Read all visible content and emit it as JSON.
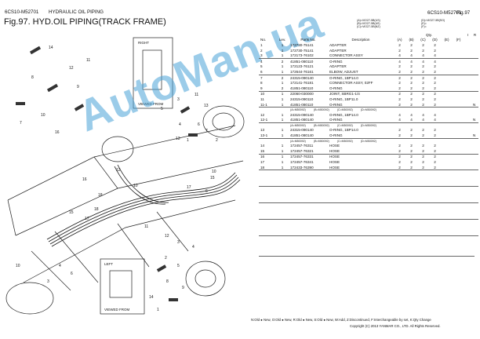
{
  "header": {
    "code_left": "6CS10-M52701",
    "section_title": "HYDRAULIC OIL PIPING",
    "fig_title": "Fig.97.  HYD.OIL PIPING(TRACK FRAME)",
    "code_right": "6CS10-M52701",
    "page_right": "Fig.97"
  },
  "model_codes": {
    "left": [
      "(A)=ViO27-5B(US)",
      "(B)=ViO27-5B(AS)",
      "(C)=ViO27-5B(NZ)"
    ],
    "right": [
      "(D)=ViO27-5B(SG)",
      "(E)=",
      "(F)="
    ]
  },
  "table_header": {
    "no": "No.",
    "lev": "Lev.",
    "parts_no": "Parts No.",
    "description": "Description",
    "qty": "Qty.",
    "i": "I",
    "r": "R",
    "qty_cols": [
      "(A)",
      "(B)",
      "(C)",
      "(D)",
      "(E)",
      "(F)"
    ]
  },
  "rows": [
    {
      "no": "1",
      "lev": "1",
      "pn": "172730-75141",
      "desc": "ADAPTER",
      "q": [
        "2",
        "2",
        "2",
        "2"
      ],
      "r": ""
    },
    {
      "no": "2",
      "lev": "1",
      "pn": "172730-75141",
      "desc": "ADAPTER",
      "q": [
        "2",
        "2",
        "2",
        "2"
      ],
      "r": ""
    },
    {
      "no": "3",
      "lev": "1",
      "pn": "172173-76102",
      "desc": "CONNECTOR ASSY",
      "q": [
        "4",
        "4",
        "4",
        "4"
      ],
      "r": ""
    },
    {
      "no": "4",
      "lev": "2",
      "pn": "41851-080110",
      "desc": "O-RING",
      "q": [
        "4",
        "4",
        "4",
        "4"
      ],
      "r": ""
    },
    {
      "no": "5",
      "lev": "1",
      "pn": "172123-76121",
      "desc": "ADAPTER",
      "q": [
        "2",
        "2",
        "2",
        "2"
      ],
      "r": ""
    },
    {
      "no": "6",
      "lev": "1",
      "pn": "172644-76161",
      "desc": "ELBOW, ADJUST",
      "q": [
        "2",
        "2",
        "2",
        "2"
      ],
      "r": ""
    },
    {
      "no": "7",
      "lev": "2",
      "pn": "24315-090140",
      "desc": "O-RING, 1BP14.0",
      "q": [
        "2",
        "2",
        "2",
        "2"
      ],
      "r": ""
    },
    {
      "no": "8",
      "lev": "1",
      "pn": "172141-76181",
      "desc": "CONNECTOR ASSY, 02FF",
      "q": [
        "2",
        "2",
        "2",
        "2"
      ],
      "r": ""
    },
    {
      "no": "9",
      "lev": "2",
      "pn": "41851-080110",
      "desc": "O-RING",
      "q": [
        "2",
        "2",
        "2",
        "2"
      ],
      "r": ""
    },
    {
      "no": "10",
      "lev": "1",
      "pn": "22060-030000",
      "desc": "JOINT, SBRG1-1/4",
      "q": [
        "2",
        "2",
        "2",
        "2"
      ],
      "r": ""
    },
    {
      "no": "11",
      "lev": "1",
      "pn": "24315-090110",
      "desc": "O-RING, 1BP11.0",
      "q": [
        "2",
        "2",
        "2",
        "2"
      ],
      "r": ""
    },
    {
      "no": "11-1",
      "lev": "1",
      "pn": "41851-080110",
      "desc": "O-RING",
      "q": [
        "2",
        "2",
        "2",
        "2"
      ],
      "r": "N"
    }
  ],
  "serial_row_1": [
    "(A=M50092)",
    "(B=M50092)",
    "(C=M50092)",
    "(D=M50092)"
  ],
  "rows_2": [
    {
      "no": "12",
      "lev": "1",
      "pn": "24315-090140",
      "desc": "O-RING, 1BP14.0",
      "q": [
        "4",
        "4",
        "4",
        "4"
      ],
      "r": ""
    },
    {
      "no": "12-1",
      "lev": "1",
      "pn": "41851-080140",
      "desc": "O-RING",
      "q": [
        "4",
        "4",
        "4",
        "4"
      ],
      "r": "N"
    }
  ],
  "serial_row_2": [
    "(A=M50092)",
    "(B=M50092)",
    "(C=M50092)",
    "(D=M50092)"
  ],
  "rows_3": [
    {
      "no": "13",
      "lev": "1",
      "pn": "24315-090140",
      "desc": "O-RING, 1BP14.0",
      "q": [
        "2",
        "2",
        "2",
        "2"
      ],
      "r": ""
    },
    {
      "no": "13-1",
      "lev": "1",
      "pn": "41851-080140",
      "desc": "O-RING",
      "q": [
        "2",
        "2",
        "2",
        "2"
      ],
      "r": "N"
    }
  ],
  "serial_row_3": [
    "(A=M50092)",
    "(B=M50092)",
    "(C=M50092)",
    "(D=M50092)"
  ],
  "rows_4": [
    {
      "no": "14",
      "lev": "1",
      "pn": "172457-76311",
      "desc": "HOSE",
      "q": [
        "2",
        "2",
        "2",
        "2"
      ],
      "r": ""
    },
    {
      "no": "15",
      "lev": "1",
      "pn": "172457-76321",
      "desc": "HOSE",
      "q": [
        "2",
        "2",
        "2",
        "2"
      ],
      "r": ""
    },
    {
      "no": "16",
      "lev": "1",
      "pn": "172457-76331",
      "desc": "HOSE",
      "q": [
        "2",
        "2",
        "2",
        "2"
      ],
      "r": ""
    },
    {
      "no": "17",
      "lev": "1",
      "pn": "172457-76341",
      "desc": "HOSE",
      "q": [
        "2",
        "2",
        "2",
        "2"
      ],
      "r": ""
    },
    {
      "no": "18",
      "lev": "1",
      "pn": "172433-76390",
      "desc": "HOSE",
      "q": [
        "2",
        "2",
        "2",
        "2"
      ],
      "r": ""
    }
  ],
  "diagram_labels": {
    "right_view": "RIGHT",
    "viewed_from_right": "VIEWED FROM",
    "left_view": "LEFT",
    "viewed_from_left": "VIEWED FROM",
    "callouts": [
      "14",
      "12",
      "8",
      "10",
      "7",
      "16",
      "9",
      "11",
      "18",
      "12",
      "5",
      "3",
      "11",
      "13",
      "4",
      "1",
      "2",
      "15",
      "6",
      "17",
      "10",
      "16",
      "15",
      "17",
      "18",
      "10",
      "14",
      "2",
      "5",
      "8",
      "9",
      "1",
      "11",
      "12",
      "3",
      "4",
      "13",
      "6",
      "7",
      "10",
      "3",
      "4",
      "6"
    ]
  },
  "legend": "N:Old ● New, O:Old ● New, R:Old ● New, S:Old ● New, W:Add, Z:Discontinued, F:Interchangeable by set, K:Qty Change",
  "copyright": "Copyright (C) 2013 YANMAR CO., LTD. All Rights Reserved.",
  "watermark": "AutoMan.ua",
  "colors": {
    "watermark": "#4aa3d8",
    "ink": "#111111"
  }
}
